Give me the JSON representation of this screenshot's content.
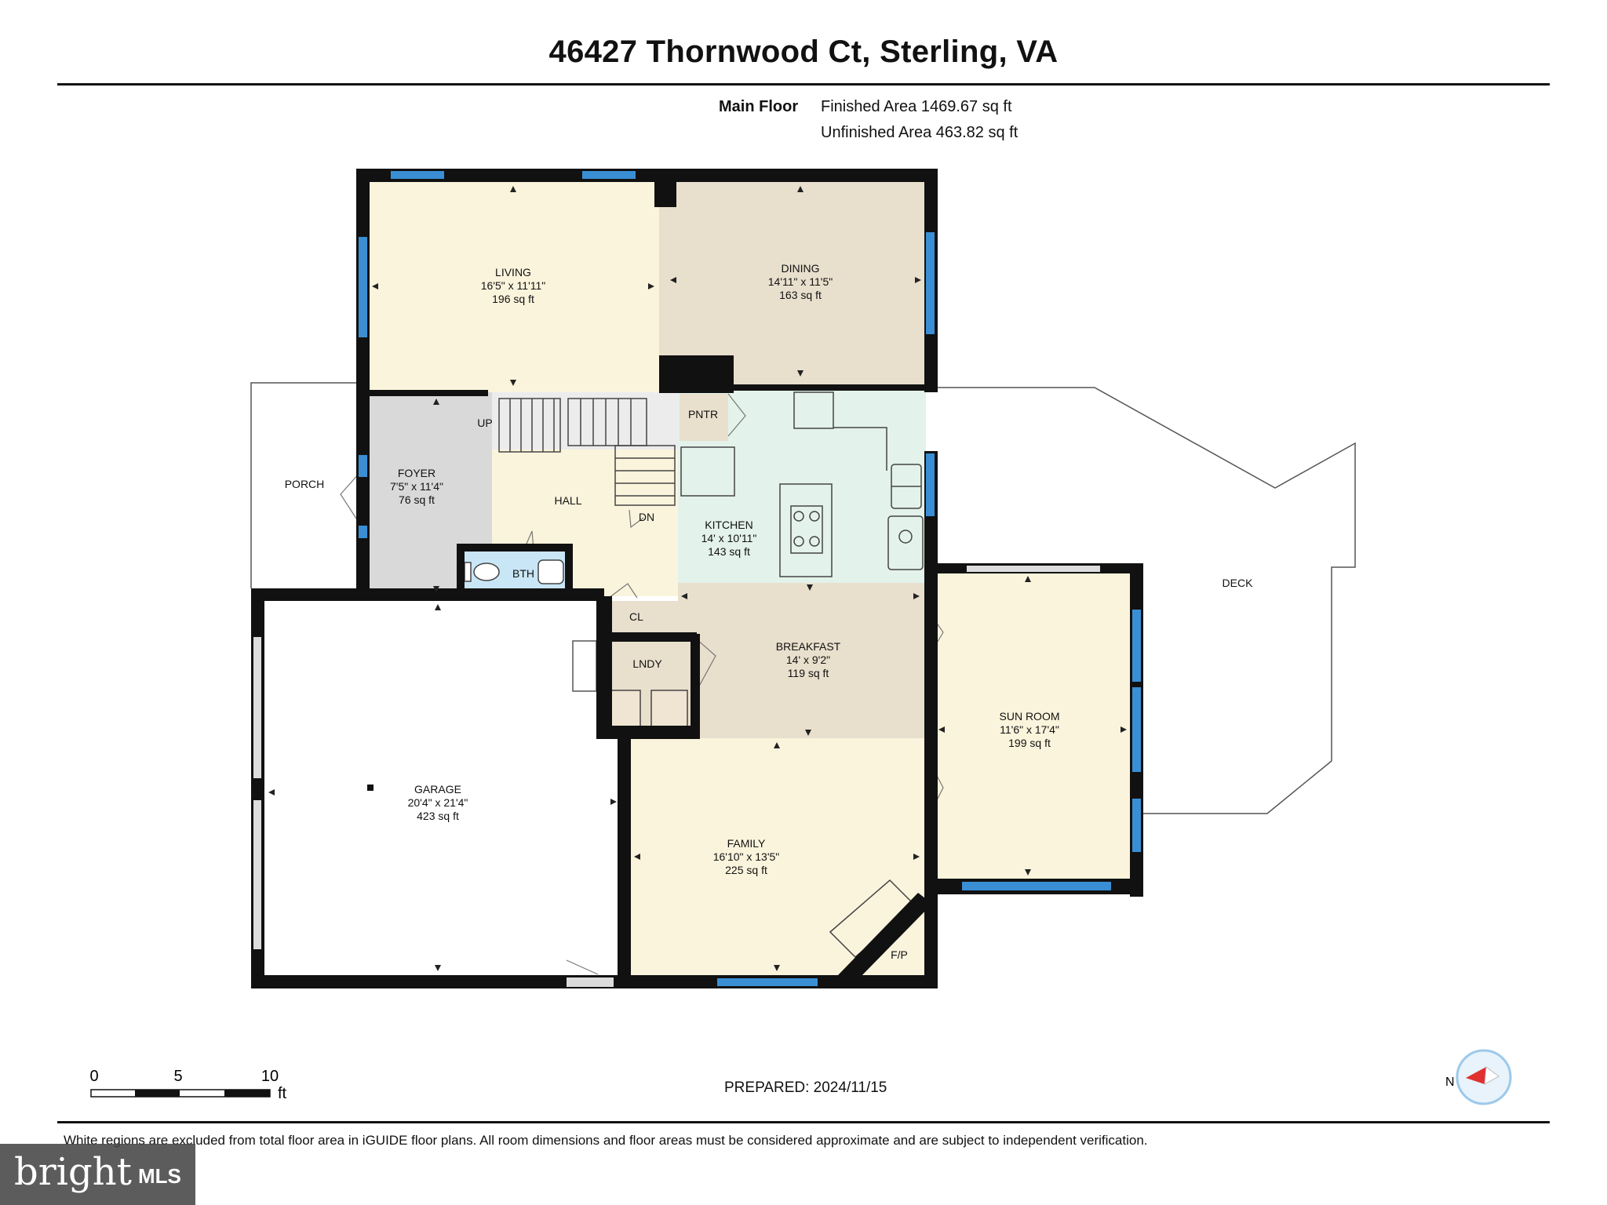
{
  "header": {
    "address": "46427 Thornwood Ct, Sterling, VA"
  },
  "area_summary": {
    "floor": "Main Floor",
    "finished": "Finished Area 1469.67 sq ft",
    "unfinished": "Unfinished Area 463.82 sq ft"
  },
  "rooms": {
    "living": {
      "name": "LIVING",
      "dims": "16'5\" x 11'11\"",
      "area": "196 sq ft"
    },
    "dining": {
      "name": "DINING",
      "dims": "14'11\" x 11'5\"",
      "area": "163 sq ft"
    },
    "foyer": {
      "name": "FOYER",
      "dims": "7'5\" x 11'4\"",
      "area": "76 sq ft"
    },
    "kitchen": {
      "name": "KITCHEN",
      "dims": "14' x 10'11\"",
      "area": "143 sq ft"
    },
    "breakfast": {
      "name": "BREAKFAST",
      "dims": "14' x 9'2\"",
      "area": "119 sq ft"
    },
    "sunroom": {
      "name": "SUN ROOM",
      "dims": "11'6\" x 17'4\"",
      "area": "199 sq ft"
    },
    "garage": {
      "name": "GARAGE",
      "dims": "20'4\" x 21'4\"",
      "area": "423 sq ft"
    },
    "family": {
      "name": "FAMILY",
      "dims": "16'10\" x 13'5\"",
      "area": "225 sq ft"
    }
  },
  "labels": {
    "porch": "PORCH",
    "hall": "HALL",
    "up": "UP",
    "dn": "DN",
    "pantry": "PNTR",
    "bath": "BTH",
    "closet": "CL",
    "laundry": "LNDY",
    "deck": "DECK",
    "fireplace": "F/P"
  },
  "scale": {
    "t0": "0",
    "t5": "5",
    "t10": "10",
    "unit": "ft"
  },
  "footer": {
    "prepared": "PREPARED: 2024/11/15",
    "disclaimer": "White regions are excluded from total floor area in iGUIDE floor plans. All room dimensions and floor areas must be considered approximate and are subject to independent verification.",
    "brand_main": "bright",
    "brand_sub": "MLS"
  },
  "compass": {
    "letter": "N"
  },
  "colors": {
    "living": "#fbf4dc",
    "dining": "#e9dfcd",
    "foyer": "#d9d9d9",
    "kitchen": "#e3f2ea",
    "window": "#3a8fd4",
    "bath": "#c9e6f7",
    "wall": "#111111"
  }
}
